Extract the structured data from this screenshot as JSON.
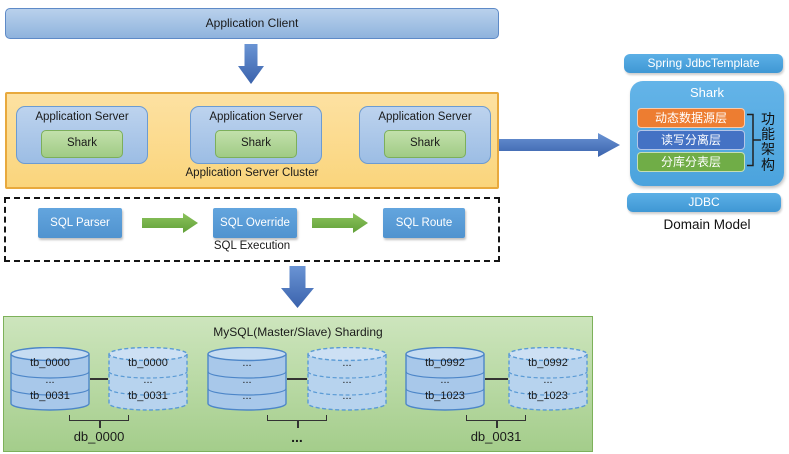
{
  "colors": {
    "accent_blue": "#4472C4",
    "server_box_blue": "#A9C6E8",
    "panel_blue": "#58ACE3",
    "bar_blue": "#49A1DB",
    "sql_step_blue": "#5B9BD5",
    "cluster_orange_fill": "#FBD881",
    "cluster_orange_border": "#E8A93D",
    "green_fill": "#A9D18E",
    "green_arrow": "#70AD47",
    "layer_orange": "#ED7D31",
    "layer_blue": "#4472C4",
    "layer_green": "#70AD47"
  },
  "client": {
    "label": "Application Client"
  },
  "cluster": {
    "label": "Application Server Cluster",
    "servers": [
      {
        "label": "Application Server",
        "inner": "Shark"
      },
      {
        "label": "Application Server",
        "inner": "Shark"
      },
      {
        "label": "Application Server",
        "inner": "Shark"
      }
    ]
  },
  "sql_execution": {
    "label": "SQL Execution",
    "steps": [
      {
        "label": "SQL Parser"
      },
      {
        "label": "SQL Override"
      },
      {
        "label": "SQL Route"
      }
    ]
  },
  "right_panel": {
    "top_bar": "Spring JdbcTemplate",
    "shark_title": "Shark",
    "layers": [
      {
        "label": "动态数据源层",
        "color": "#ED7D31"
      },
      {
        "label": "读写分离层",
        "color": "#4472C4"
      },
      {
        "label": "分库分表层",
        "color": "#70AD47"
      }
    ],
    "brace_label": "功能架构",
    "bottom_bar": "JDBC",
    "caption": "Domain Model"
  },
  "sharding": {
    "title": "MySQL(Master/Slave) Sharding",
    "groups": [
      {
        "master": [
          "tb_0000",
          "...",
          "tb_0031"
        ],
        "slave": [
          "tb_0000",
          "...",
          "tb_0031"
        ],
        "label": "db_0000"
      },
      {
        "master": [
          "...",
          "...",
          "..."
        ],
        "slave": [
          "...",
          "...",
          "..."
        ],
        "label": "..."
      },
      {
        "master": [
          "tb_0992",
          "...",
          "tb_1023"
        ],
        "slave": [
          "tb_0992",
          "...",
          "tb_1023"
        ],
        "label": "db_0031"
      }
    ]
  }
}
